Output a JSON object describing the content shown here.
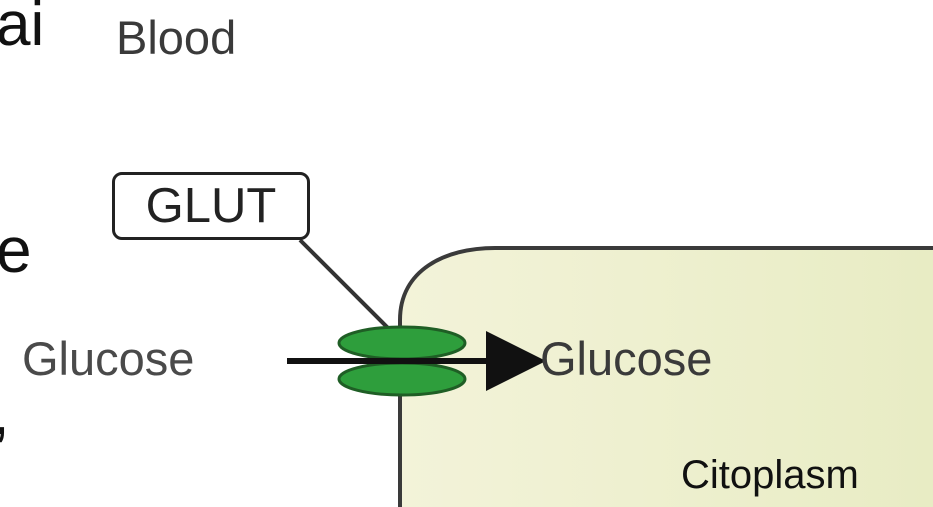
{
  "fragments": [
    "ai",
    "e",
    ","
  ],
  "labels": {
    "blood": "Blood",
    "glut": "GLUT",
    "glucose_outside": "Glucose",
    "glucose_inside": "Glucose",
    "cytoplasm": "Citoplasm"
  },
  "colors": {
    "cell_fill_light": "#f3f3d9",
    "cell_fill_dark": "#e8ecc4",
    "cell_border": "#3a3a3a",
    "transporter_green": "#2e9e3c",
    "transporter_outline": "#1f5e25",
    "arrow": "#111111"
  },
  "icons": {
    "transporter": "glut-transporter-icon",
    "arrow": "arrow-right-icon"
  }
}
